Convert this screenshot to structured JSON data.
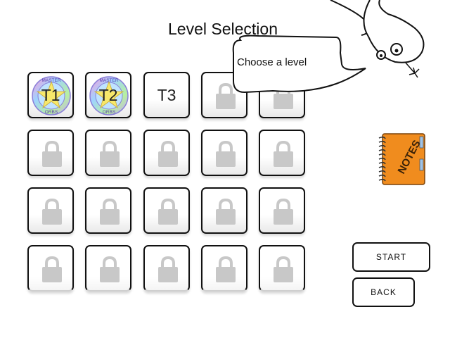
{
  "title": "Level Selection",
  "speech": "Choose a level",
  "tiles": [
    {
      "label": "T1",
      "state": "completed"
    },
    {
      "label": "T2",
      "state": "completed"
    },
    {
      "label": "T3",
      "state": "unlocked"
    },
    {
      "label": "",
      "state": "locked"
    },
    {
      "label": "",
      "state": "locked"
    },
    {
      "label": "",
      "state": "locked"
    },
    {
      "label": "",
      "state": "locked"
    },
    {
      "label": "",
      "state": "locked"
    },
    {
      "label": "",
      "state": "locked"
    },
    {
      "label": "",
      "state": "locked"
    },
    {
      "label": "",
      "state": "locked"
    },
    {
      "label": "",
      "state": "locked"
    },
    {
      "label": "",
      "state": "locked"
    },
    {
      "label": "",
      "state": "locked"
    },
    {
      "label": "",
      "state": "locked"
    },
    {
      "label": "",
      "state": "locked"
    },
    {
      "label": "",
      "state": "locked"
    },
    {
      "label": "",
      "state": "locked"
    },
    {
      "label": "",
      "state": "locked"
    },
    {
      "label": "",
      "state": "locked"
    }
  ],
  "medal": {
    "top": "MASTER",
    "bottom": "ORBS"
  },
  "notes_label": "NOTES",
  "buttons": {
    "start": "START",
    "back": "BACK"
  },
  "colors": {
    "lock": "#c8c8c8",
    "notes": "#f08c1e",
    "medal_star": "#f7e86a"
  }
}
